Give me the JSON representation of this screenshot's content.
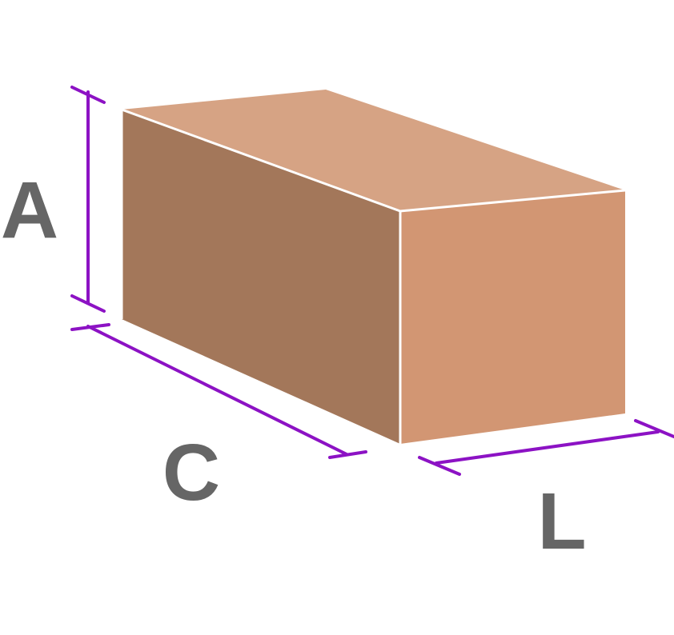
{
  "labels": {
    "height": "A",
    "length": "C",
    "width": "L"
  },
  "colors": {
    "top_face": "#d6a384",
    "front_face": "#a3775a",
    "side_face": "#d29673",
    "edge": "#ffffff",
    "dimension_line": "#8c12c4",
    "label_text": "#666666"
  }
}
